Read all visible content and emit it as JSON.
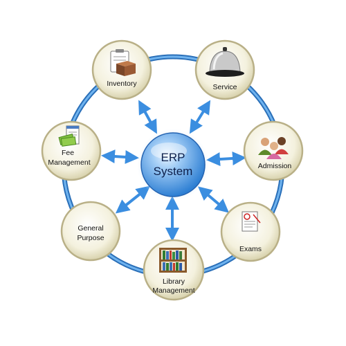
{
  "hub": {
    "lines": [
      "ERP",
      "System"
    ]
  },
  "modules": [
    {
      "id": "inventory",
      "lines": [
        "Inventory"
      ],
      "icon": "clipboard-box-icon"
    },
    {
      "id": "service",
      "lines": [
        "Service"
      ],
      "icon": "service-bell-icon"
    },
    {
      "id": "admission",
      "lines": [
        "Admission"
      ],
      "icon": "people-group-icon"
    },
    {
      "id": "exams",
      "lines": [
        "Exams"
      ],
      "icon": "exam-paper-icon"
    },
    {
      "id": "library-management",
      "lines": [
        "Library",
        "Management"
      ],
      "icon": "bookshelf-icon"
    },
    {
      "id": "general-purpose",
      "lines": [
        "General",
        "Purpose"
      ],
      "icon": ""
    },
    {
      "id": "fee-management",
      "lines": [
        "Fee",
        "Management"
      ],
      "icon": "money-notepad-icon"
    }
  ],
  "colors": {
    "ring": "#3a86cf",
    "arrow": "#3b8ee0",
    "node_fill": "#f6f3e2",
    "node_rim": "#bdb48a",
    "hub_fill": "#3f8fe0"
  }
}
